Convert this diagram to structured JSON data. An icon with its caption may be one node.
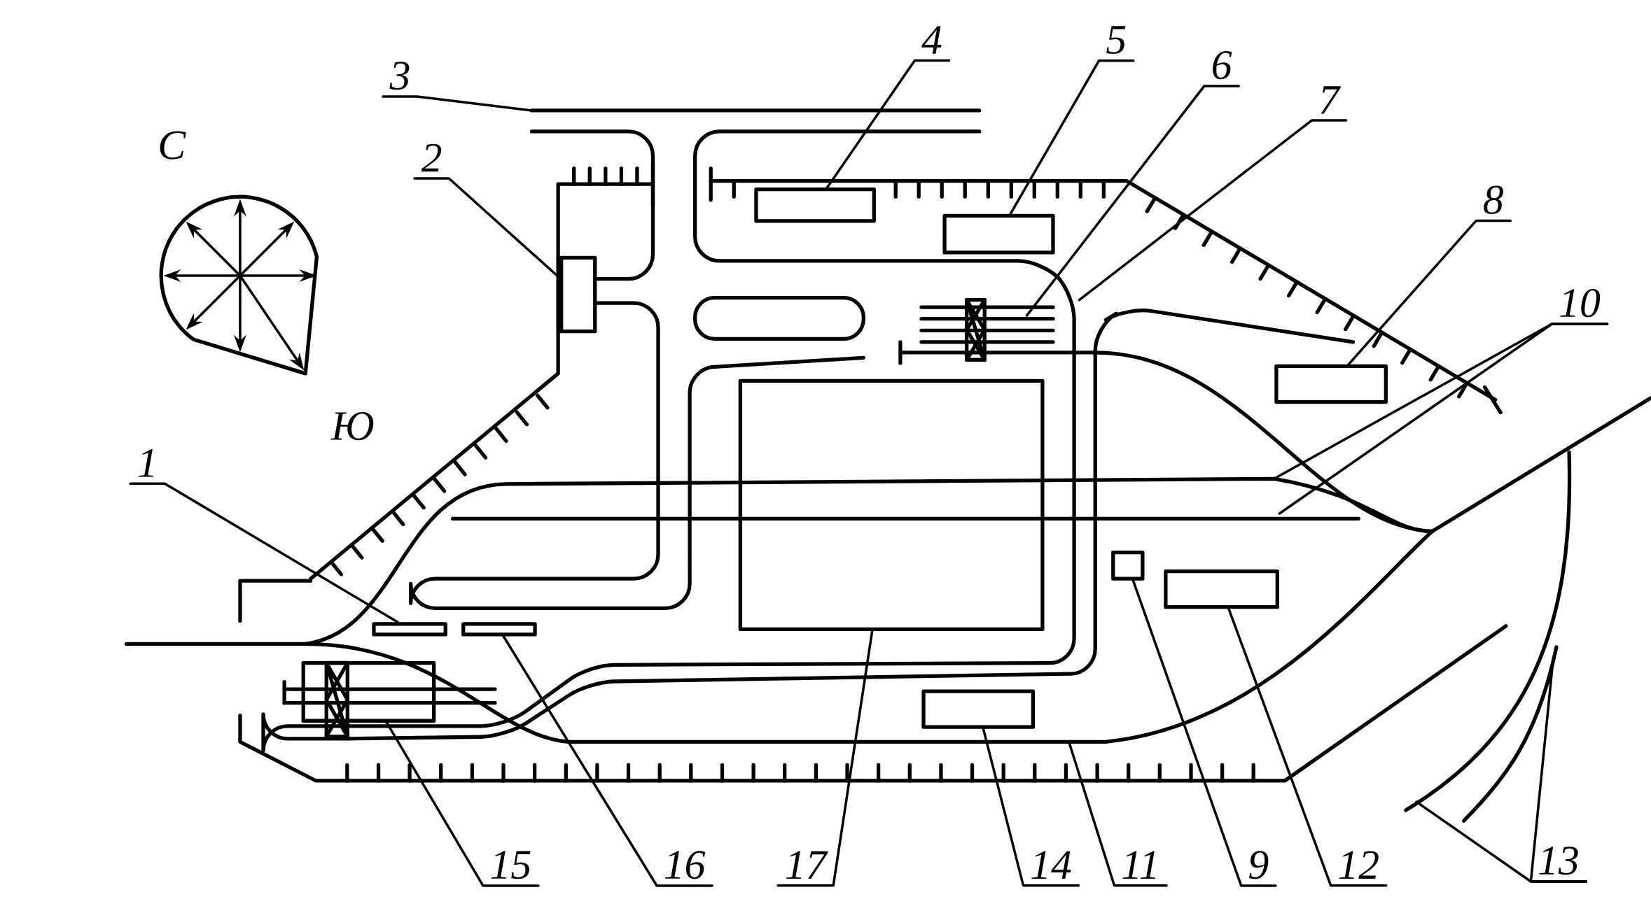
{
  "diagram": {
    "nodes": [
      {
        "text": [
          "1"
        ]
      },
      {
        "text": [
          "2"
        ]
      },
      {
        "text": [
          "3"
        ]
      },
      {
        "text": [
          "4"
        ]
      },
      {
        "text": [
          "5"
        ]
      },
      {
        "text": [
          "6"
        ]
      },
      {
        "text": [
          "7"
        ]
      },
      {
        "text": [
          "8"
        ]
      },
      {
        "text": [
          "9"
        ]
      },
      {
        "text": [
          "10"
        ]
      },
      {
        "text": [
          "11"
        ]
      },
      {
        "text": [
          "12"
        ]
      },
      {
        "text": [
          "13"
        ]
      },
      {
        "text": [
          "14"
        ]
      },
      {
        "text": [
          "15"
        ]
      },
      {
        "text": [
          "16"
        ]
      },
      {
        "text": [
          "17"
        ]
      },
      {
        "text": [],
        "shape": "box"
      },
      {
        "text": [],
        "shape": "box"
      },
      {
        "text": [],
        "shape": "box"
      },
      {
        "text": [],
        "shape": "box"
      },
      {
        "text": [],
        "shape": "box"
      },
      {
        "text": [],
        "shape": "box"
      },
      {
        "text": [],
        "shape": "box"
      },
      {
        "text": [],
        "shape": "box"
      },
      {
        "text": [],
        "shape": "box"
      },
      {
        "text": [],
        "shape": "box"
      },
      {
        "text": [],
        "shape": "box"
      }
    ],
    "edges": [
      {
        "from": 0,
        "to": 17,
        "arrow": "none"
      },
      {
        "from": 1,
        "to": 18,
        "arrow": "none"
      },
      {
        "from": 2,
        "to": null,
        "arrow": "none"
      },
      {
        "from": 3,
        "to": 19,
        "arrow": "none"
      },
      {
        "from": 4,
        "to": 20,
        "arrow": "none"
      },
      {
        "from": 5,
        "to": null,
        "arrow": "none"
      },
      {
        "from": 6,
        "to": null,
        "arrow": "none"
      },
      {
        "from": 7,
        "to": 21,
        "arrow": "none"
      },
      {
        "from": 8,
        "to": 22,
        "arrow": "none"
      },
      {
        "from": 9,
        "to": null,
        "arrow": "none"
      },
      {
        "from": 9,
        "to": null,
        "arrow": "none"
      },
      {
        "from": 10,
        "to": null,
        "arrow": "none"
      },
      {
        "from": 11,
        "to": 23,
        "arrow": "none"
      },
      {
        "from": 12,
        "to": null,
        "arrow": "none"
      },
      {
        "from": 12,
        "to": null,
        "arrow": "none"
      },
      {
        "from": 13,
        "to": 24,
        "arrow": "none"
      },
      {
        "from": 14,
        "to": 25,
        "arrow": "none"
      },
      {
        "from": 15,
        "to": 26,
        "arrow": "none"
      },
      {
        "from": 16,
        "to": 27,
        "arrow": "none"
      }
    ],
    "labels": [
      "С",
      "Ю"
    ]
  }
}
